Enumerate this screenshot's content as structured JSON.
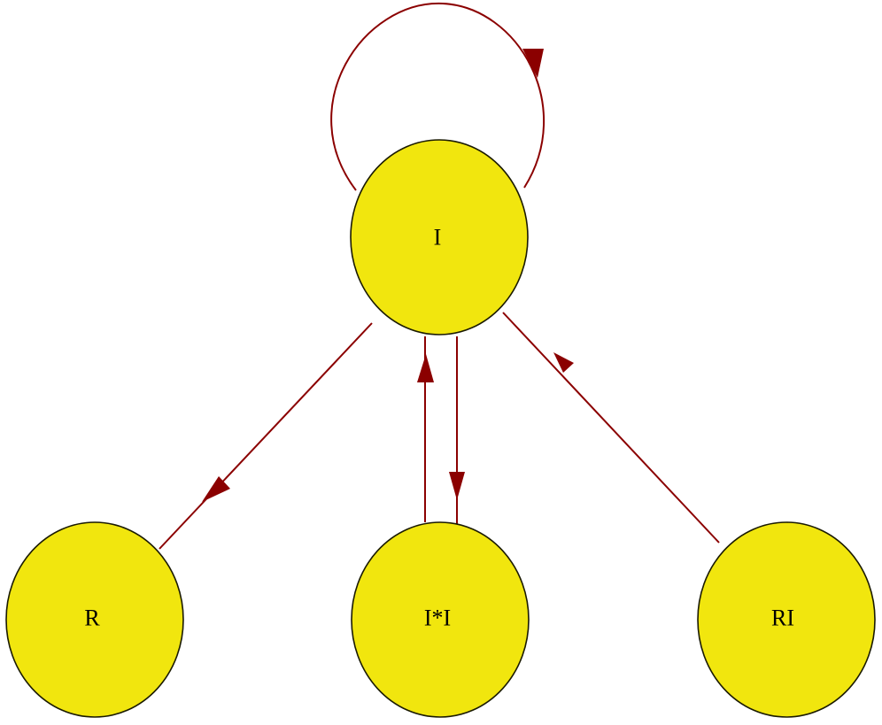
{
  "colors": {
    "background": "#ffffff",
    "node_fill": "#f1e60e",
    "node_stroke": "#1a1a00",
    "edge": "#8b0000"
  },
  "nodes": [
    {
      "id": "I",
      "label": "I"
    },
    {
      "id": "R",
      "label": "R"
    },
    {
      "id": "IxI",
      "label": "I*I"
    },
    {
      "id": "RI",
      "label": "RI"
    }
  ],
  "edges": [
    {
      "from": "I",
      "to": "I"
    },
    {
      "from": "I",
      "to": "R"
    },
    {
      "from": "IxI",
      "to": "I"
    },
    {
      "from": "I",
      "to": "IxI"
    },
    {
      "from": "RI",
      "to": "I"
    }
  ]
}
